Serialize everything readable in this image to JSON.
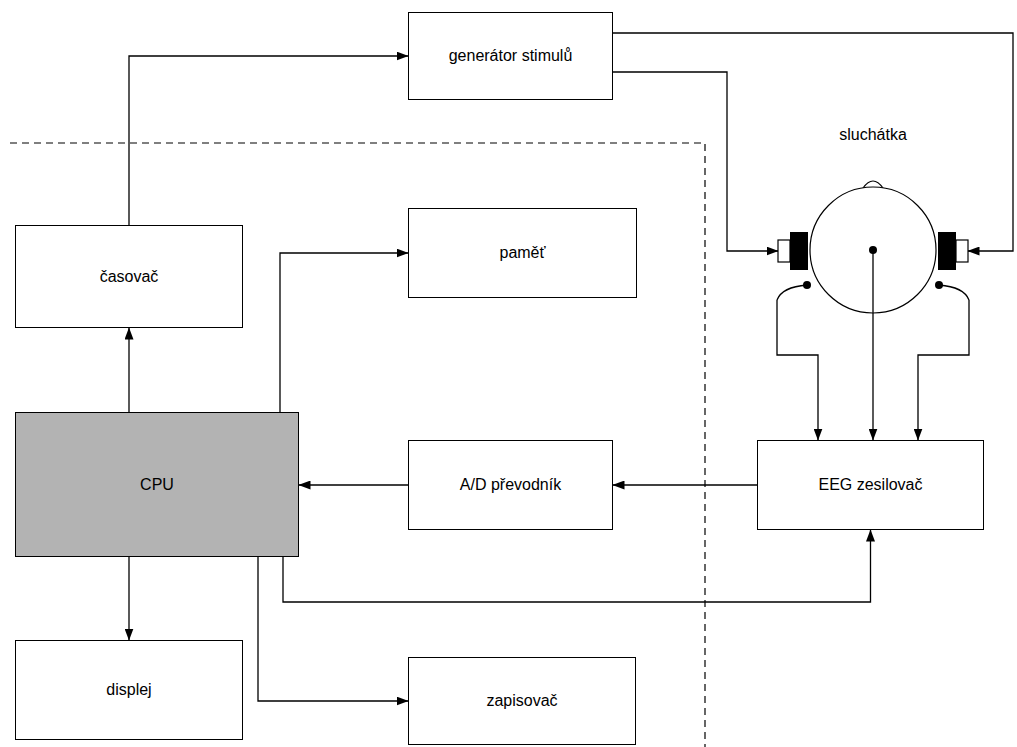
{
  "diagram": {
    "nodes": [
      {
        "text": [
          "generátor stimulů"
        ]
      },
      {
        "text": [
          "sluchátka"
        ]
      },
      {
        "text": [
          "časovač"
        ]
      },
      {
        "text": [
          "paměť"
        ]
      },
      {
        "text": [
          "CPU"
        ]
      },
      {
        "text": [
          "A/D převodník"
        ]
      },
      {
        "text": [
          "EEG zesilovač"
        ]
      },
      {
        "text": [
          "displej"
        ]
      },
      {
        "text": [
          "zapisovač"
        ]
      }
    ],
    "edges": [
      {
        "from": 2,
        "to": 0,
        "arrow": "to"
      },
      {
        "from": 0,
        "to": 1,
        "arrow": "to"
      },
      {
        "from": 0,
        "to": 1,
        "arrow": "to"
      },
      {
        "from": 4,
        "to": 2,
        "arrow": "to"
      },
      {
        "from": 4,
        "to": 3,
        "arrow": "to"
      },
      {
        "from": 1,
        "to": 6,
        "arrow": "to"
      },
      {
        "from": 1,
        "to": 6,
        "arrow": "to"
      },
      {
        "from": 1,
        "to": 6,
        "arrow": "to"
      },
      {
        "from": 6,
        "to": 5,
        "arrow": "to"
      },
      {
        "from": 5,
        "to": 4,
        "arrow": "to"
      },
      {
        "from": 4,
        "to": 6,
        "arrow": "to"
      },
      {
        "from": 4,
        "to": 7,
        "arrow": "to"
      },
      {
        "from": 4,
        "to": 8,
        "arrow": "to"
      }
    ]
  }
}
